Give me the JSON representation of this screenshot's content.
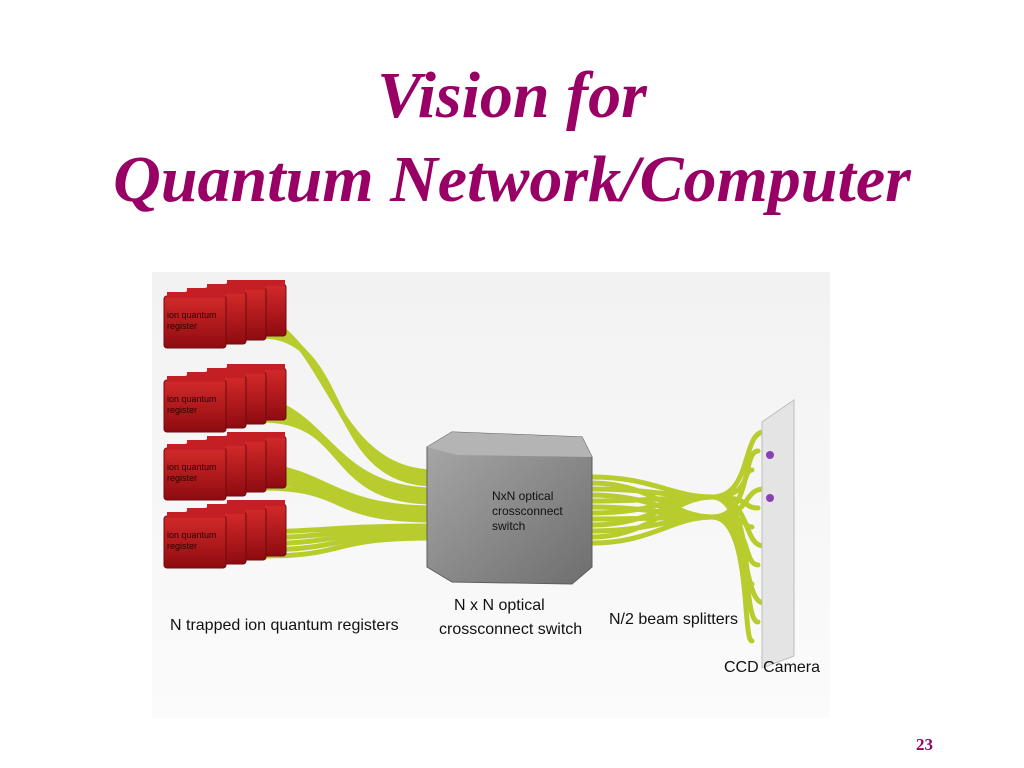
{
  "slide": {
    "title_line1": "Vision for",
    "title_line2": "Quantum Network/Computer",
    "number": "23"
  },
  "diagram": {
    "register_label_line1": "ion quantum",
    "register_label_line2": "register",
    "switch_block_line1": "NxN optical",
    "switch_block_line2": "crossconnect",
    "switch_block_line3": "switch",
    "caption_registers": "N trapped ion quantum registers",
    "caption_switch_line1": "N x N optical",
    "caption_switch_line2": "crossconnect switch",
    "caption_splitters": "N/2 beam splitters",
    "caption_camera": "CCD Camera"
  },
  "colors": {
    "title": "#990066",
    "register": "#b5121b",
    "fiber": "#b8cc2e",
    "switch": "#8c8c8c",
    "camera": "#e6e6e6",
    "ion_dot": "#8a3fb5"
  }
}
